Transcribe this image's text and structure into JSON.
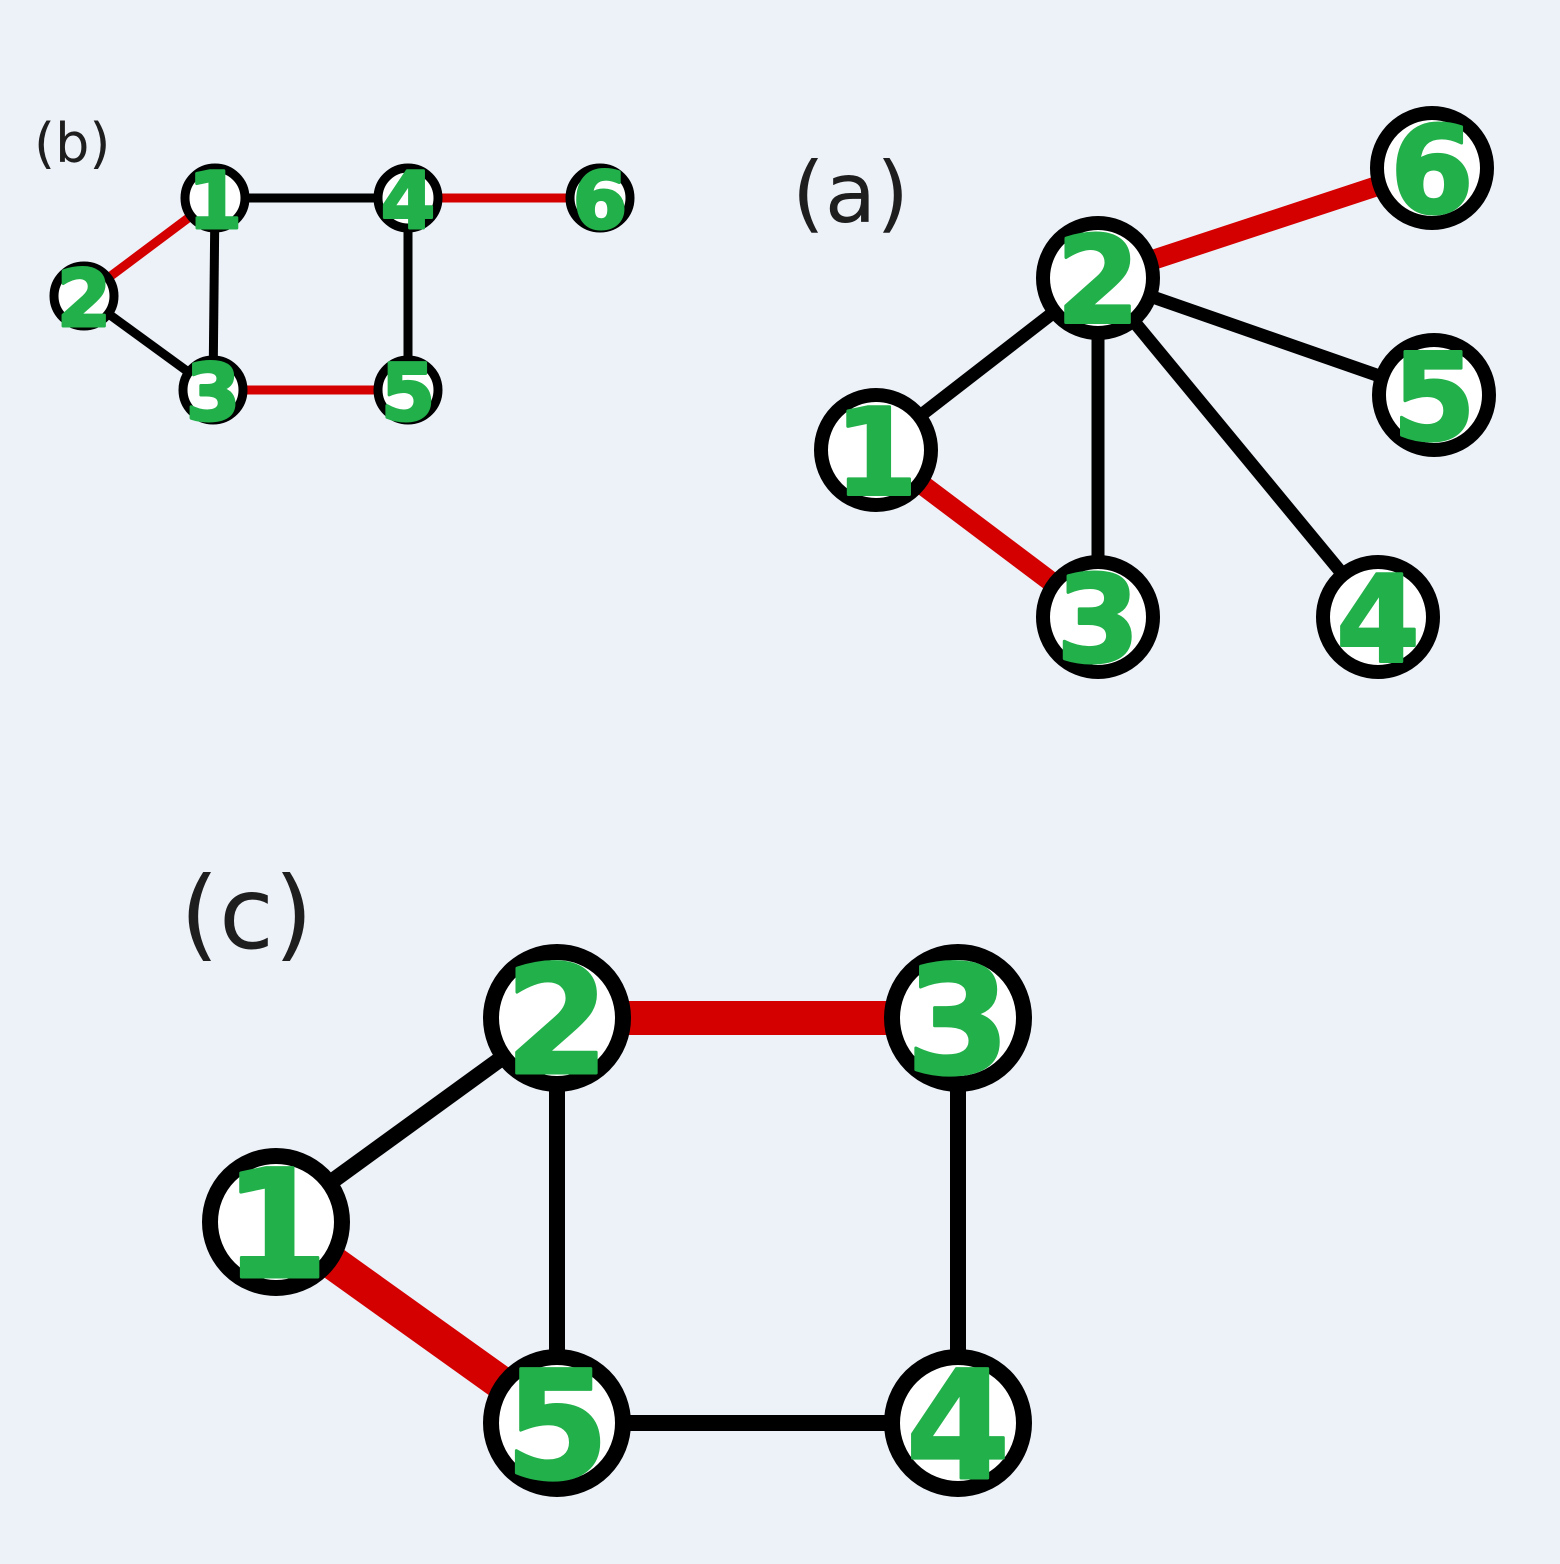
{
  "panels": [
    {
      "id": "b",
      "label": "(b)",
      "nodes": [
        {
          "id": "1",
          "label": "1"
        },
        {
          "id": "2",
          "label": "2"
        },
        {
          "id": "3",
          "label": "3"
        },
        {
          "id": "4",
          "label": "4"
        },
        {
          "id": "5",
          "label": "5"
        },
        {
          "id": "6",
          "label": "6"
        }
      ],
      "edges": [
        {
          "from": "2",
          "to": "1",
          "color": "#d40000"
        },
        {
          "from": "1",
          "to": "4",
          "color": "#000000"
        },
        {
          "from": "4",
          "to": "6",
          "color": "#d40000"
        },
        {
          "from": "1",
          "to": "3",
          "color": "#000000"
        },
        {
          "from": "2",
          "to": "3",
          "color": "#000000"
        },
        {
          "from": "4",
          "to": "5",
          "color": "#000000"
        },
        {
          "from": "3",
          "to": "5",
          "color": "#d40000"
        }
      ]
    },
    {
      "id": "a",
      "label": "(a)",
      "nodes": [
        {
          "id": "1",
          "label": "1"
        },
        {
          "id": "2",
          "label": "2"
        },
        {
          "id": "3",
          "label": "3"
        },
        {
          "id": "4",
          "label": "4"
        },
        {
          "id": "5",
          "label": "5"
        },
        {
          "id": "6",
          "label": "6"
        }
      ],
      "edges": [
        {
          "from": "1",
          "to": "2",
          "color": "#000000"
        },
        {
          "from": "1",
          "to": "3",
          "color": "#d40000"
        },
        {
          "from": "2",
          "to": "3",
          "color": "#000000"
        },
        {
          "from": "2",
          "to": "6",
          "color": "#d40000"
        },
        {
          "from": "2",
          "to": "5",
          "color": "#000000"
        },
        {
          "from": "2",
          "to": "4",
          "color": "#000000"
        }
      ]
    },
    {
      "id": "c",
      "label": "(c)",
      "nodes": [
        {
          "id": "1",
          "label": "1"
        },
        {
          "id": "2",
          "label": "2"
        },
        {
          "id": "3",
          "label": "3"
        },
        {
          "id": "4",
          "label": "4"
        },
        {
          "id": "5",
          "label": "5"
        }
      ],
      "edges": [
        {
          "from": "1",
          "to": "2",
          "color": "#000000"
        },
        {
          "from": "2",
          "to": "3",
          "color": "#d40000"
        },
        {
          "from": "2",
          "to": "5",
          "color": "#000000"
        },
        {
          "from": "3",
          "to": "4",
          "color": "#000000"
        },
        {
          "from": "5",
          "to": "4",
          "color": "#000000"
        },
        {
          "from": "1",
          "to": "5",
          "color": "#d40000"
        }
      ]
    }
  ],
  "colors": {
    "background": "#edf2f9",
    "node_fill": "#ffffff",
    "node_stroke": "#000000",
    "annotation": "#22b04a"
  }
}
